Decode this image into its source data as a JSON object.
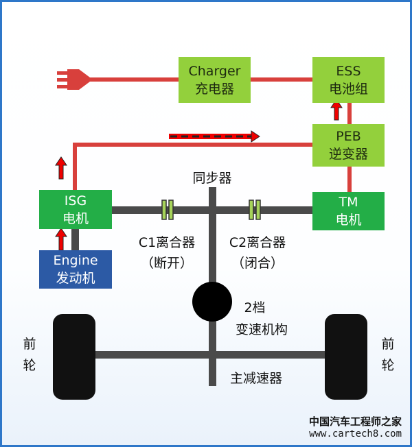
{
  "boxes": {
    "charger": {
      "en": "Charger",
      "zh": "充电器"
    },
    "ess": {
      "en": "ESS",
      "zh": "电池组"
    },
    "peb": {
      "en": "PEB",
      "zh": "逆变器"
    },
    "isg": {
      "en": "ISG",
      "zh": "电机"
    },
    "tm": {
      "en": "TM",
      "zh": "电机"
    },
    "engine": {
      "en": "Engine",
      "zh": "发动机"
    }
  },
  "labels": {
    "synchronizer": "同步器",
    "c1": "C1离合器",
    "c1_state": "（断开）",
    "c2": "C2离合器",
    "c2_state": "（闭合）",
    "gear1": "2档",
    "gear2": "变速机构",
    "final_drive": "主减速器",
    "front": "前",
    "wheel": "轮"
  },
  "watermark": {
    "cn": "中国汽车工程师之家",
    "url": "www.cartech8.com"
  },
  "colors": {
    "wire": "#d8403c",
    "shaft": "#4a4a4a",
    "arrow": "#e00000",
    "frame": "#2e77c9"
  }
}
